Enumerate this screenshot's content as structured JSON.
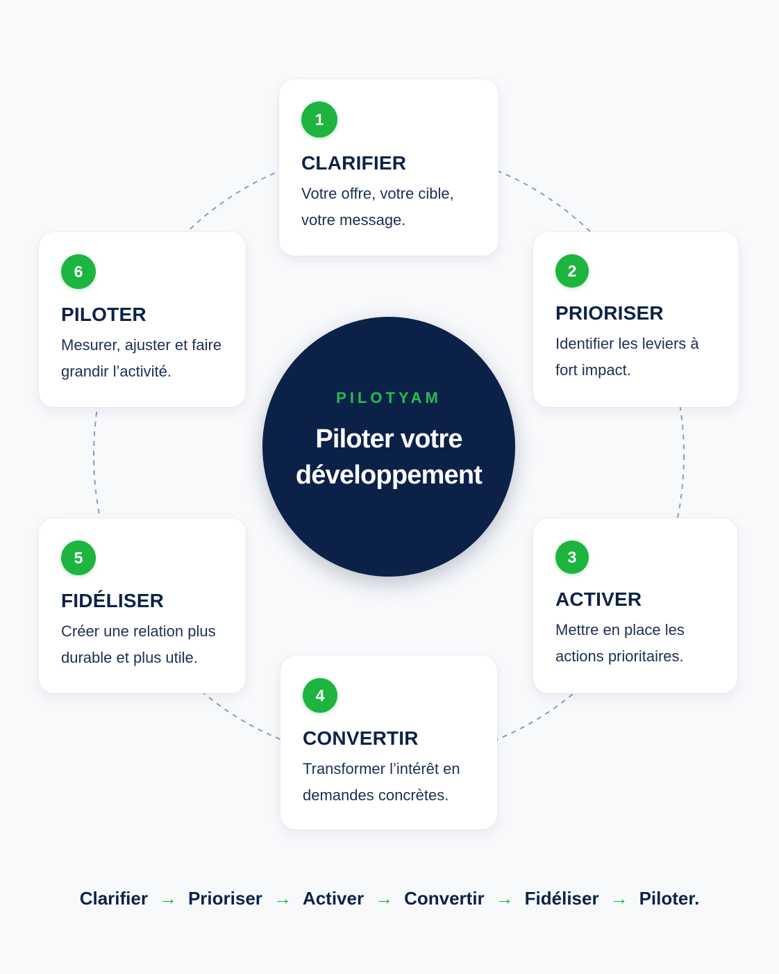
{
  "center": {
    "brand": "PILOTYAM",
    "headline_line1": "Piloter votre",
    "headline_line2": "développement"
  },
  "steps": [
    {
      "number": "1",
      "title": "CLARIFIER",
      "line1": "Votre offre, votre cible,",
      "line2": "votre message."
    },
    {
      "number": "2",
      "title": "PRIORISER",
      "line1": "Identifier les leviers à",
      "line2": "fort impact."
    },
    {
      "number": "3",
      "title": "ACTIVER",
      "line1": "Mettre en place les",
      "line2": "actions prioritaires."
    },
    {
      "number": "4",
      "title": "CONVERTIR",
      "line1": "Transformer l’intérêt en",
      "line2": "demandes concrètes."
    },
    {
      "number": "5",
      "title": "FIDÉLISER",
      "line1": "Créer une relation plus",
      "line2": "durable et plus utile."
    },
    {
      "number": "6",
      "title": "PILOTER",
      "line1": "Mesurer, ajuster et faire",
      "line2": "grandir l’activité."
    }
  ],
  "flow": {
    "items": [
      "Clarifier",
      "Prioriser",
      "Activer",
      "Convertir",
      "Fidéliser",
      "Piloter."
    ],
    "arrow": "→"
  },
  "colors": {
    "navy": "#0b2148",
    "green": "#1db440",
    "background": "#f8f9fb",
    "ring": "#8a9bbd"
  }
}
